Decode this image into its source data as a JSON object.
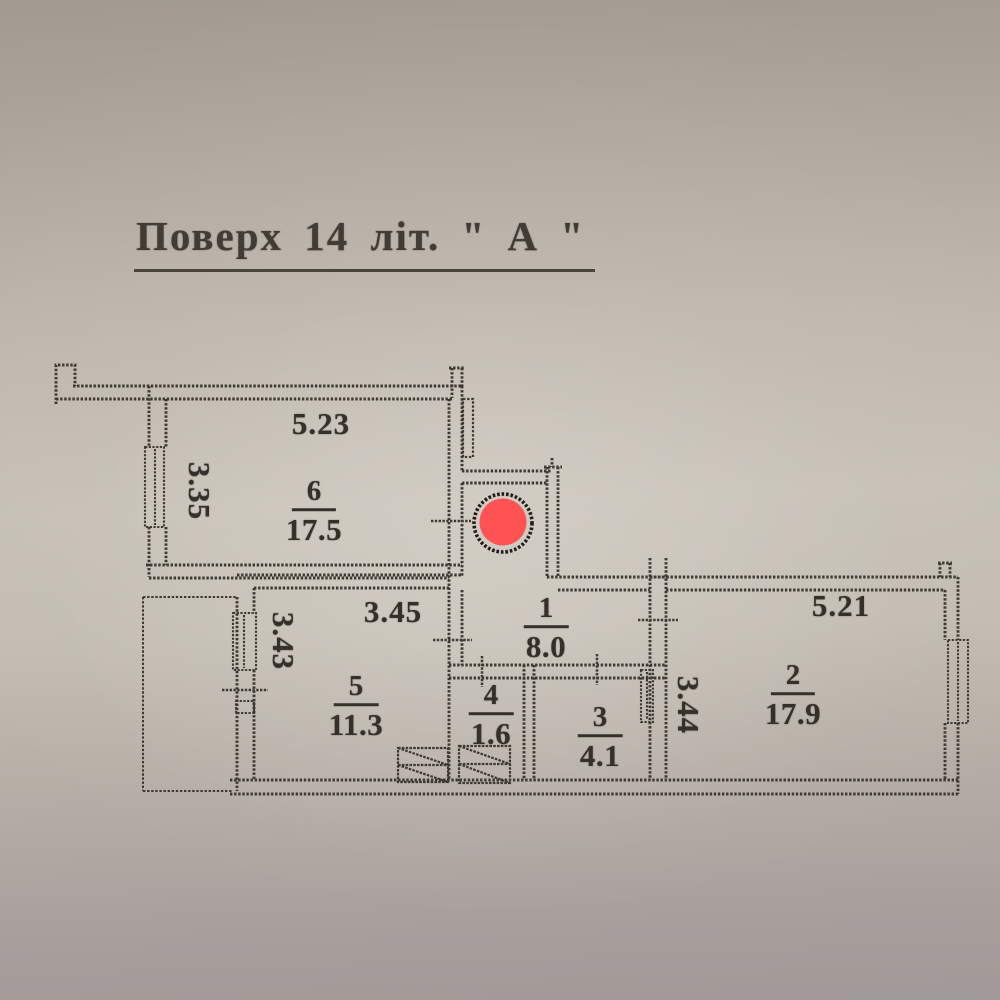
{
  "title": {
    "text": "Поверх 14 літ. \" А \""
  },
  "plan": {
    "marker_color": "#ff5353",
    "line_color": "#3e3a33",
    "rooms": [
      {
        "number": "6",
        "area": "17.5"
      },
      {
        "number": "5",
        "area": "11.3"
      },
      {
        "number": "1",
        "area": "8.0"
      },
      {
        "number": "4",
        "area": "1.6"
      },
      {
        "number": "3",
        "area": "4.1"
      },
      {
        "number": "2",
        "area": "17.9"
      }
    ],
    "dimensions": {
      "room6_width": "5.23",
      "room6_height": "3.35",
      "room5_width": "3.45",
      "room5_height": "3.43",
      "room2_width": "5.21",
      "room2_height": "3.44"
    }
  }
}
